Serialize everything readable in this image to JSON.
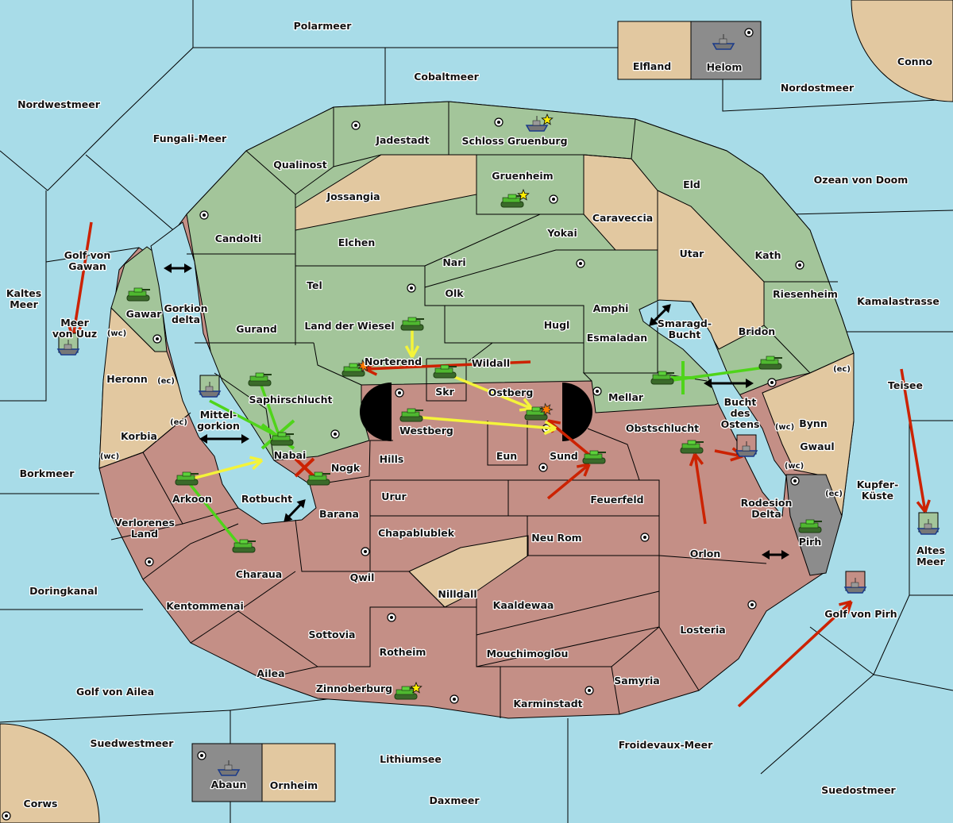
{
  "colors": {
    "sea": "#a8dce8",
    "green_power": "#a3c59a",
    "red_power": "#c48f86",
    "neutral": "#e2c8a0",
    "gray_power": "#8c8c8c",
    "move_red": "#cc2200",
    "move_yellow": "#f4f43a",
    "move_green": "#4fd41a"
  },
  "labels": [
    {
      "lines": [
        "Polarmeer"
      ]
    },
    {
      "lines": [
        "Cobaltmeer"
      ]
    },
    {
      "lines": [
        "Elfland"
      ]
    },
    {
      "lines": [
        "Helom"
      ]
    },
    {
      "lines": [
        "Conno"
      ]
    },
    {
      "lines": [
        "Nordostmeer"
      ]
    },
    {
      "lines": [
        "Nordwestmeer"
      ]
    },
    {
      "lines": [
        "Fungali-Meer"
      ]
    },
    {
      "lines": [
        "Jadestadt"
      ]
    },
    {
      "lines": [
        "Schloss Gruenburg"
      ]
    },
    {
      "lines": [
        "Qualinost"
      ]
    },
    {
      "lines": [
        "Gruenheim"
      ]
    },
    {
      "lines": [
        "Eld"
      ]
    },
    {
      "lines": [
        "Ozean von Doom"
      ]
    },
    {
      "lines": [
        "Jossangia"
      ]
    },
    {
      "lines": [
        "Caraveccia"
      ]
    },
    {
      "lines": [
        "Yokai"
      ]
    },
    {
      "lines": [
        "Candolti"
      ]
    },
    {
      "lines": [
        "Elchen"
      ]
    },
    {
      "lines": [
        "Nari"
      ]
    },
    {
      "lines": [
        "Utar"
      ]
    },
    {
      "lines": [
        "Kath"
      ]
    },
    {
      "lines": [
        "Golf von",
        "Gawan"
      ]
    },
    {
      "lines": [
        "Tel"
      ]
    },
    {
      "lines": [
        "Olk"
      ]
    },
    {
      "lines": [
        "Kaltes",
        "Meer"
      ]
    },
    {
      "lines": [
        "Riesenheim"
      ]
    },
    {
      "lines": [
        "Kamalastrasse"
      ]
    },
    {
      "lines": [
        "Amphi"
      ]
    },
    {
      "lines": [
        "Gawar"
      ]
    },
    {
      "lines": [
        "Gorkion",
        "delta"
      ]
    },
    {
      "lines": [
        "Smaragd-",
        "Bucht"
      ]
    },
    {
      "lines": [
        "Meer",
        "von Uuz"
      ]
    },
    {
      "lines": [
        "(wc)"
      ]
    },
    {
      "lines": [
        "Land der Wiesel"
      ]
    },
    {
      "lines": [
        "Hugl"
      ]
    },
    {
      "lines": [
        "Gurand"
      ]
    },
    {
      "lines": [
        "Bridon"
      ]
    },
    {
      "lines": [
        "Esmaladan"
      ]
    },
    {
      "lines": [
        "Norterend"
      ]
    },
    {
      "lines": [
        "Wildall"
      ]
    },
    {
      "lines": [
        "(ec)"
      ]
    },
    {
      "lines": [
        "Heronn"
      ]
    },
    {
      "lines": [
        "(ec)"
      ]
    },
    {
      "lines": [
        "Teisee"
      ]
    },
    {
      "lines": [
        "Skr"
      ]
    },
    {
      "lines": [
        "Ostberg"
      ]
    },
    {
      "lines": [
        "Mellar"
      ]
    },
    {
      "lines": [
        "Saphirschlucht"
      ]
    },
    {
      "lines": [
        "Bucht",
        "des",
        "Ostens"
      ]
    },
    {
      "lines": [
        "Mittel-",
        "gorkion"
      ]
    },
    {
      "lines": [
        "(ec)"
      ]
    },
    {
      "lines": [
        "(wc)"
      ]
    },
    {
      "lines": [
        "Bynn"
      ]
    },
    {
      "lines": [
        "Obstschlucht"
      ]
    },
    {
      "lines": [
        "Westberg"
      ]
    },
    {
      "lines": [
        "Korbia"
      ]
    },
    {
      "lines": [
        "Gwaul"
      ]
    },
    {
      "lines": [
        "(wc)"
      ]
    },
    {
      "lines": [
        "Nabai"
      ]
    },
    {
      "lines": [
        "Eun"
      ]
    },
    {
      "lines": [
        "Sund"
      ]
    },
    {
      "lines": [
        "Hills"
      ]
    },
    {
      "lines": [
        "Nogk"
      ]
    },
    {
      "lines": [
        "(wc)"
      ]
    },
    {
      "lines": [
        "Borkmeer"
      ]
    },
    {
      "lines": [
        "Kupfer-",
        "Küste"
      ]
    },
    {
      "lines": [
        "(ec)"
      ]
    },
    {
      "lines": [
        "Urur"
      ]
    },
    {
      "lines": [
        "Feuerfeld"
      ]
    },
    {
      "lines": [
        "Arkoon"
      ]
    },
    {
      "lines": [
        "Rotbucht"
      ]
    },
    {
      "lines": [
        "Rodesion",
        "Delta"
      ]
    },
    {
      "lines": [
        "Barana"
      ]
    },
    {
      "lines": [
        "Verlorenes",
        "Land"
      ]
    },
    {
      "lines": [
        "Chapablublek"
      ]
    },
    {
      "lines": [
        "Neu Rom"
      ]
    },
    {
      "lines": [
        "Pirh"
      ]
    },
    {
      "lines": [
        "Altes",
        "Meer"
      ]
    },
    {
      "lines": [
        "Orlon"
      ]
    },
    {
      "lines": [
        "Charaua"
      ]
    },
    {
      "lines": [
        "Qwil"
      ]
    },
    {
      "lines": [
        "Doringkanal"
      ]
    },
    {
      "lines": [
        "Nilldall"
      ]
    },
    {
      "lines": [
        "Kaaldewaa"
      ]
    },
    {
      "lines": [
        "Kentommenai"
      ]
    },
    {
      "lines": [
        "Golf von Pirh"
      ]
    },
    {
      "lines": [
        "Losteria"
      ]
    },
    {
      "lines": [
        "Sottovia"
      ]
    },
    {
      "lines": [
        "Rotheim"
      ]
    },
    {
      "lines": [
        "Mouchimoglou"
      ]
    },
    {
      "lines": [
        "Ailea"
      ]
    },
    {
      "lines": [
        "Samyria"
      ]
    },
    {
      "lines": [
        "Zinnoberburg"
      ]
    },
    {
      "lines": [
        "Golf von Ailea"
      ]
    },
    {
      "lines": [
        "Karminstadt"
      ]
    },
    {
      "lines": [
        "Suedwestmeer"
      ]
    },
    {
      "lines": [
        "Froidevaux-Meer"
      ]
    },
    {
      "lines": [
        "Lithiumsee"
      ]
    },
    {
      "lines": [
        "Ornheim"
      ]
    },
    {
      "lines": [
        "Abaun"
      ]
    },
    {
      "lines": [
        "Suedostmeer"
      ]
    },
    {
      "lines": [
        "Daxmeer"
      ]
    },
    {
      "lines": [
        "Corws"
      ]
    }
  ],
  "icons": {
    "army": "tank-icon",
    "fleet": "battleship-icon",
    "supply_center": "supply-center-icon",
    "home_center": "star-icon",
    "dislodged": "explosion-icon",
    "convoy_link": "double-arrow-icon"
  }
}
